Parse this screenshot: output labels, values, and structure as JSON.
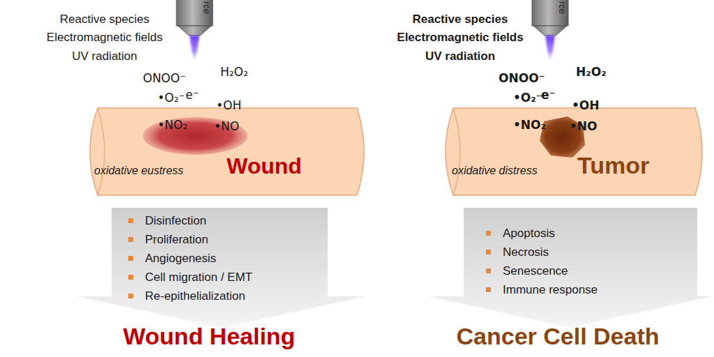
{
  "diagram": {
    "nodes": [
      {
        "text": [
          "oxidative eustress",
          "Wound"
        ]
      },
      {
        "text": [
          "Disinfection",
          "Proliferation",
          "Angiogenesis",
          "Cell migration / EMT",
          "Re-epithelialization"
        ]
      },
      {
        "text": [
          "oxidative distress",
          "Tumor"
        ]
      },
      {
        "text": [
          "Apoptosis",
          "Necrosis",
          "Senescence",
          "Immune response"
        ]
      }
    ],
    "labels": [
      "rce",
      "Reactive species",
      "Electromagnetic fields",
      "UV radiation",
      "ONOO⁻",
      "H₂O₂",
      "•O₂⁻",
      "e⁻",
      "•OH",
      "•NO₂",
      "•NO",
      "Wound Healing",
      "rce",
      "Reactive species",
      "Electromagnetic fields",
      "UV radiation",
      "ONOO⁻",
      "H₂O₂",
      "•O₂⁻",
      "e⁻",
      "•OH",
      "•NO₂",
      "•NO",
      "Cancer Cell Death"
    ]
  }
}
